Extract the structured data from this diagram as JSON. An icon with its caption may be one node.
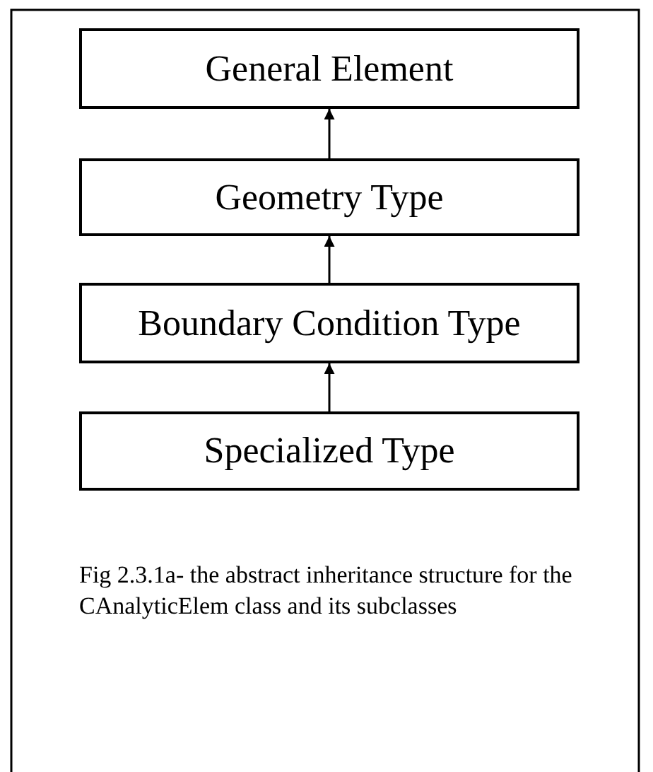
{
  "diagram": {
    "caption": "Fig 2.3.1a- the abstract inheritance structure for the CAnalyticElem class and its subclasses",
    "nodes": [
      {
        "text": [
          "General Element"
        ]
      },
      {
        "text": [
          "Geometry Type"
        ]
      },
      {
        "text": [
          "Boundary Condition Type"
        ]
      },
      {
        "text": [
          "Specialized Type"
        ]
      }
    ],
    "edges": [
      {
        "from": 1,
        "to": 0,
        "arrow": "to"
      },
      {
        "from": 2,
        "to": 1,
        "arrow": "to"
      },
      {
        "from": 3,
        "to": 2,
        "arrow": "to"
      }
    ]
  }
}
